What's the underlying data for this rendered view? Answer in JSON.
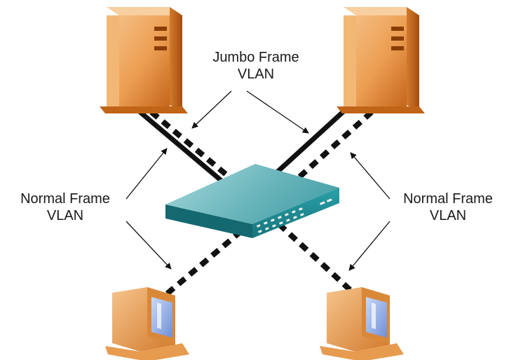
{
  "labels": {
    "jumbo": {
      "line1": "Jumbo Frame",
      "line2": "VLAN"
    },
    "normal_left": {
      "line1": "Normal Frame",
      "line2": "VLAN"
    },
    "normal_right": {
      "line1": "Normal Frame",
      "line2": "VLAN"
    }
  },
  "colors": {
    "server_light": "#f2b472",
    "server_mid": "#e8913e",
    "server_dark": "#b65a14",
    "switch_top": "#7fc4c8",
    "switch_front": "#1f8c94",
    "switch_side": "#156a70",
    "screen": "#9fb6e8",
    "link": "#111111"
  }
}
